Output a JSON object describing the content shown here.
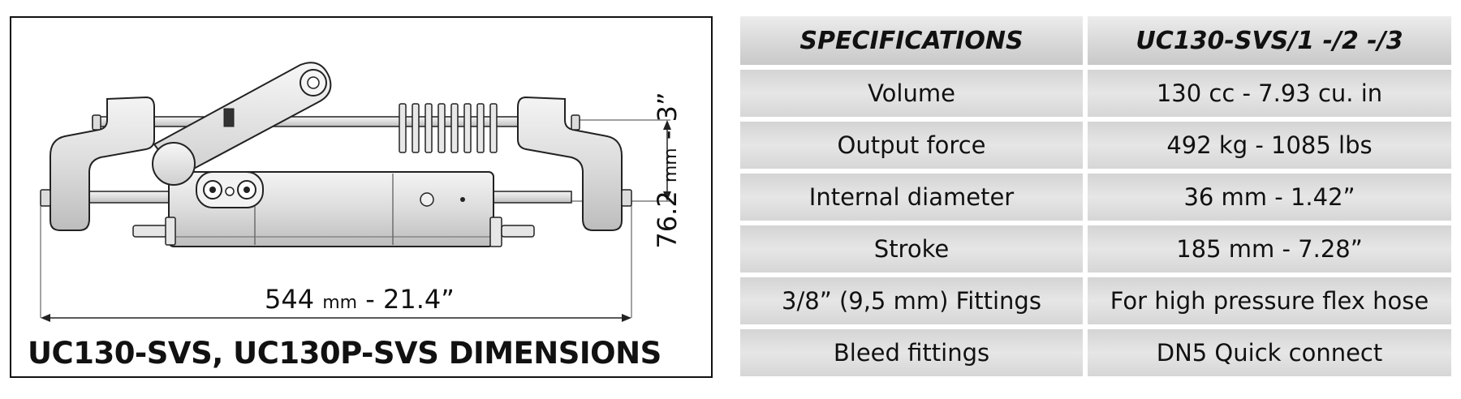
{
  "drawing": {
    "title": "UC130-SVS, UC130P-SVS DIMENSIONS",
    "width_dimension": {
      "value": "544",
      "unit": "mm",
      "imperial": "- 21.4”"
    },
    "height_dimension": {
      "value": "76.2",
      "unit": "mm",
      "imperial": "- 3”"
    }
  },
  "specs": {
    "header": {
      "label": "SPECIFICATIONS",
      "model": "UC130-SVS/1 -/2 -/3"
    },
    "rows": [
      {
        "label": "Volume",
        "value": "130 cc - 7.93 cu. in"
      },
      {
        "label": "Output force",
        "value": "492 kg - 1085 lbs"
      },
      {
        "label": "Internal diameter",
        "value": "36 mm - 1.42”"
      },
      {
        "label": "Stroke",
        "value": "185 mm - 7.28”"
      },
      {
        "label": "3/8” (9,5 mm) Fittings",
        "value": "For high pressure flex hose"
      },
      {
        "label": "Bleed fittings",
        "value": "DN5 Quick connect"
      }
    ]
  }
}
